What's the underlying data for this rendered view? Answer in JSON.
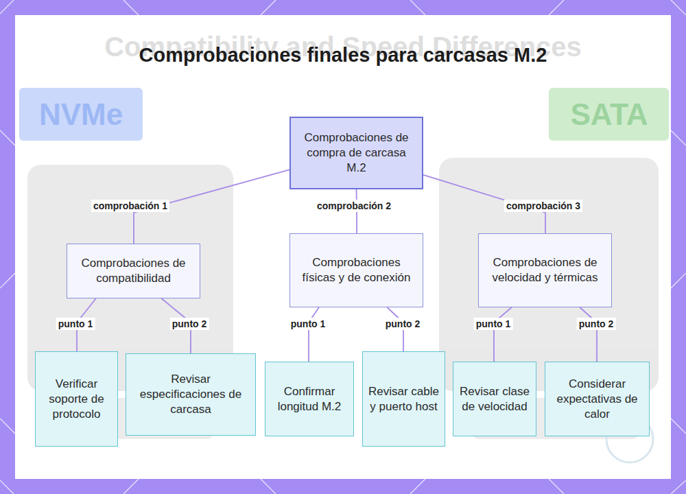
{
  "diagram": {
    "title": "Comprobaciones finales para carcasas M.2",
    "nodes": [
      {
        "text": [
          "Comprobaciones de compra de carcasa M.2"
        ]
      },
      {
        "text": [
          "Comprobaciones de compatibilidad"
        ]
      },
      {
        "text": [
          "Comprobaciones físicas y de conexión"
        ]
      },
      {
        "text": [
          "Comprobaciones de velocidad y térmicas"
        ]
      },
      {
        "text": [
          "Verificar soporte de protocolo"
        ]
      },
      {
        "text": [
          "Revisar especificaciones de carcasa"
        ]
      },
      {
        "text": [
          "Confirmar longitud M.2"
        ]
      },
      {
        "text": [
          "Revisar cable y puerto host"
        ]
      },
      {
        "text": [
          "Revisar clase de velocidad"
        ]
      },
      {
        "text": [
          "Considerar expectativas de calor"
        ]
      }
    ],
    "edges": [
      {
        "from": 0,
        "to": 1,
        "label": "comprobación 1",
        "arrow": "none"
      },
      {
        "from": 0,
        "to": 2,
        "label": "comprobación 2",
        "arrow": "none"
      },
      {
        "from": 0,
        "to": 3,
        "label": "comprobación 3",
        "arrow": "none"
      },
      {
        "from": 1,
        "to": 4,
        "label": "punto 1",
        "arrow": "none"
      },
      {
        "from": 1,
        "to": 5,
        "label": "punto 2",
        "arrow": "none"
      },
      {
        "from": 2,
        "to": 6,
        "label": "punto 1",
        "arrow": "none"
      },
      {
        "from": 2,
        "to": 7,
        "label": "punto 2",
        "arrow": "none"
      },
      {
        "from": 3,
        "to": 8,
        "label": "punto 1",
        "arrow": "none"
      },
      {
        "from": 3,
        "to": 9,
        "label": "punto 2",
        "arrow": "none"
      }
    ],
    "labels": [
      "Compatibility and Speed Differences",
      "NVMe",
      "SATA"
    ]
  }
}
